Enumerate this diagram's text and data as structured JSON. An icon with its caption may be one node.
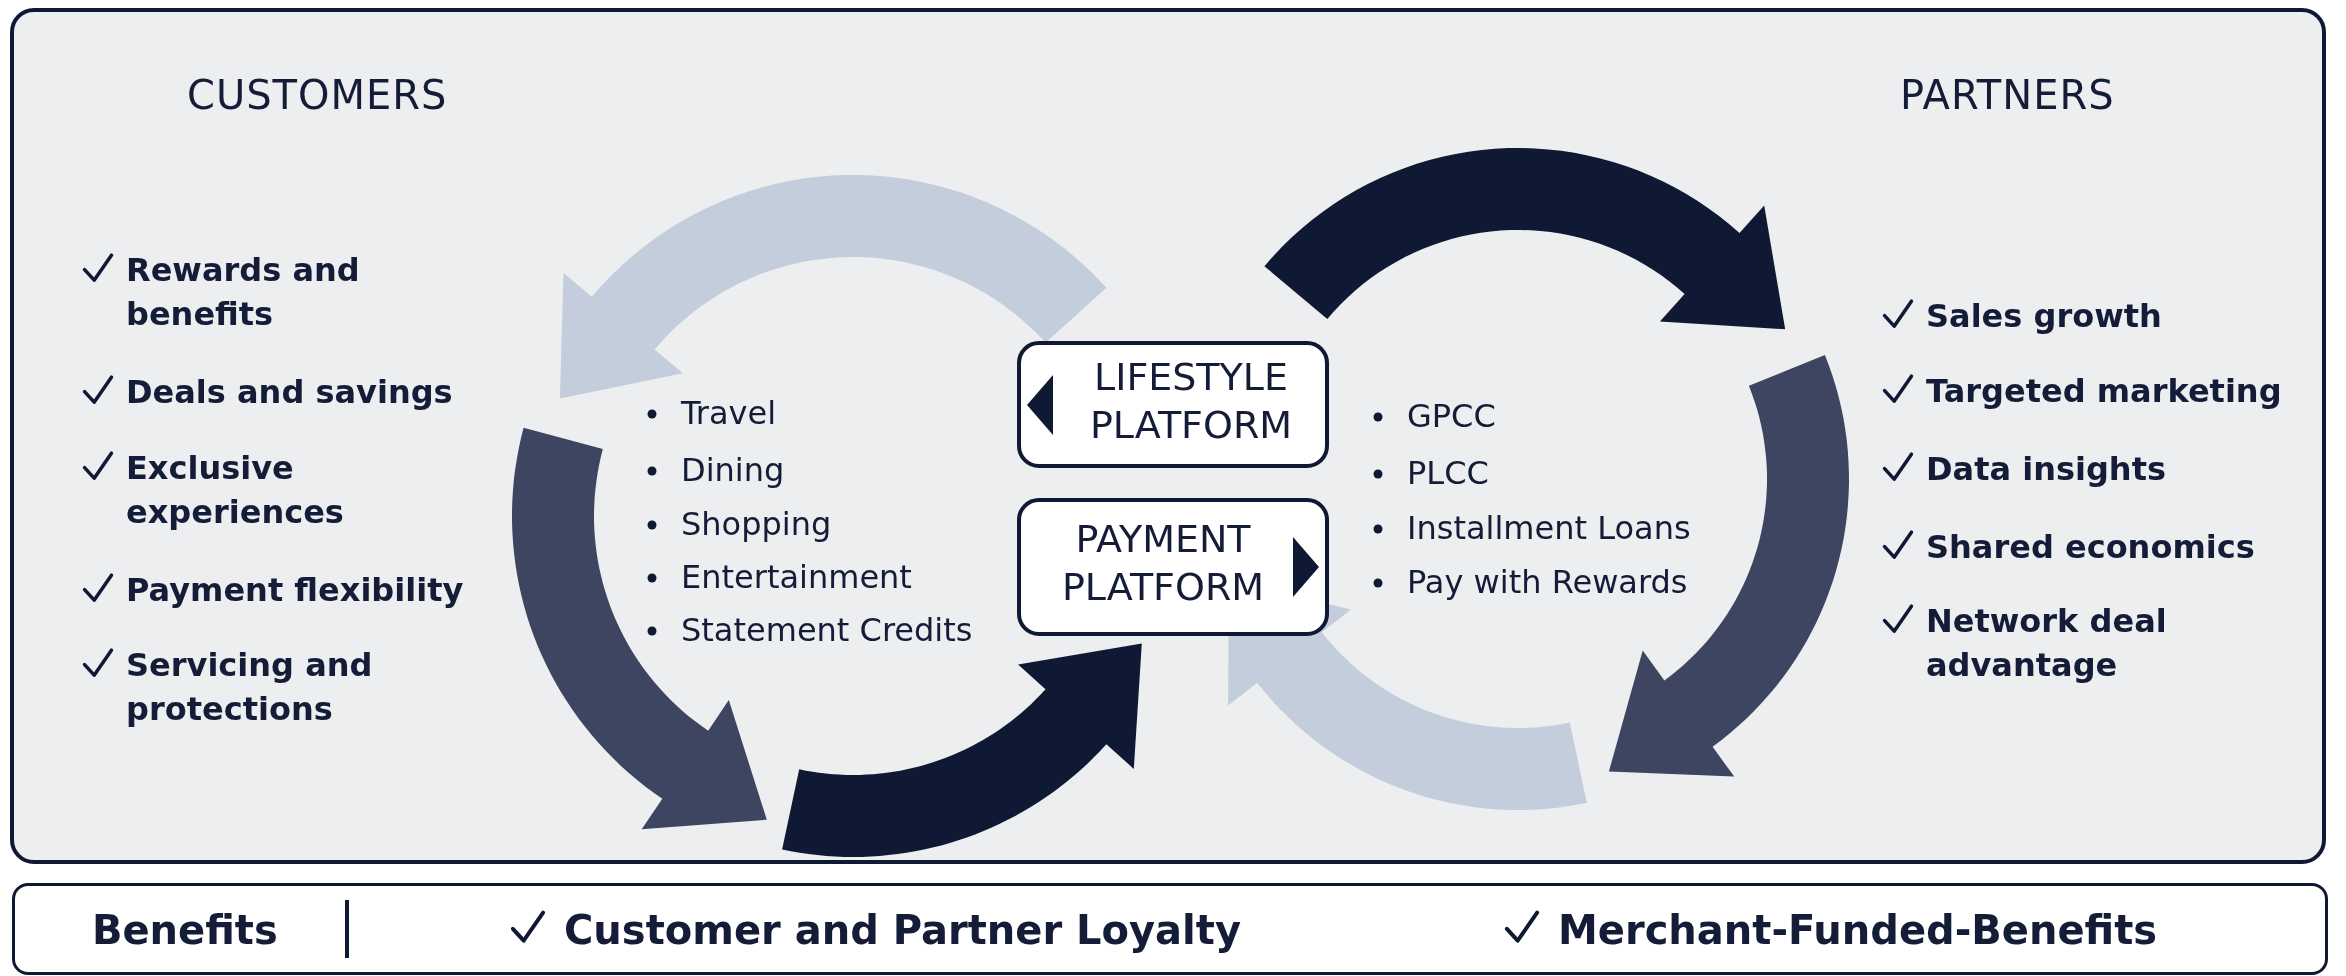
{
  "diagram": {
    "nodes": [
      {
        "text": [
          "LIFESTYLE PLATFORM"
        ]
      },
      {
        "text": [
          "PAYMENT PLATFORM"
        ]
      }
    ],
    "edges": [],
    "labels": [
      "CUSTOMERS",
      "PARTNERS",
      "Rewards and benefits",
      "Deals and savings",
      "Exclusive experiences",
      "Payment flexibility",
      "Servicing and protections",
      "Travel",
      "Dining",
      "Shopping",
      "Entertainment",
      "Statement Credits",
      "GPCC",
      "PLCC",
      "Installment Loans",
      "Pay with Rewards",
      "Sales growth",
      "Targeted marketing",
      "Data insights",
      "Shared economics",
      "Network deal advantage",
      "Benefits",
      "Customer and Partner Loyalty",
      "Merchant-Funded-Benefits"
    ]
  }
}
